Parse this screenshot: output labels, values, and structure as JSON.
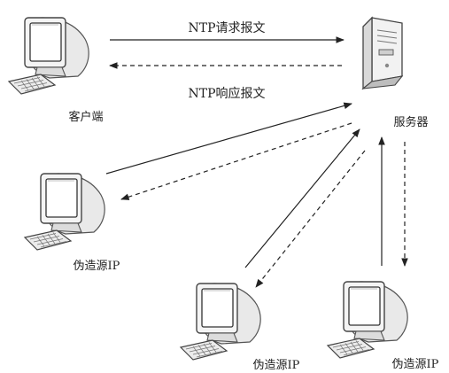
{
  "labels": {
    "request": "NTP请求报文",
    "response": "NTP响应报文",
    "client": "客户端",
    "server": "服务器",
    "spoof1": "伪造源IP",
    "spoof2": "伪造源IP",
    "spoof3": "伪造源IP"
  },
  "icons": {
    "client": "computer-icon",
    "server": "server-icon",
    "spoof": "computer-icon"
  }
}
